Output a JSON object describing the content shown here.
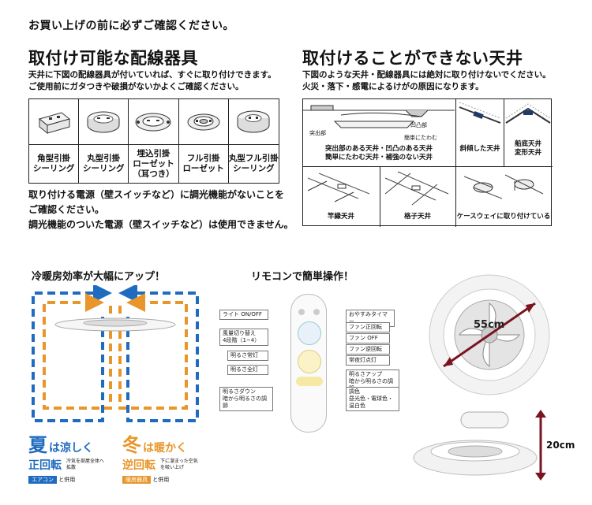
{
  "notice": "お買い上げの前に必ずご確認ください。",
  "left": {
    "title": "取付け可能な配線器具",
    "desc": [
      "天井に下図の配線器具が付いていれば、すぐに取り付けできます。",
      "ご使用前にガタつきや破損がないかよくご確認ください。"
    ],
    "fixtures": [
      "角型引掛\nシーリング",
      "丸型引掛\nシーリング",
      "埋込引掛\nローゼット\n（耳つき）",
      "フル引掛\nローゼット",
      "丸型フル引掛\nシーリング"
    ],
    "warn": [
      "取り付ける電源（壁スイッチなど）に調光機能がないことを",
      "ご確認ください。",
      "調光機能のついた電源（壁スイッチなど）は使用できません。"
    ]
  },
  "right": {
    "title": "取付けることができない天井",
    "desc": [
      "下図のような天井・配線器具には絶対に取り付けないでください。",
      "火災・落下・感電によるけがの原因になります。"
    ],
    "label_protrude": "突出部",
    "label_bump": "凹凸部",
    "label_bend": "簡単にたわむ",
    "cap1": "突出部のある天井・凹凸のある天井\n簡単にたわむ天井・補強のない天井",
    "cap2": "斜傾した天井",
    "cap3": "船底天井\n変形天井",
    "cap4": "竿縁天井",
    "cap5": "格子天井",
    "cap6": "ケースウェイに取り付けている"
  },
  "airflow": {
    "title": "冷暖房効率が大幅にアップ！",
    "summer_big": "夏",
    "summer_text": "は涼しく",
    "summer_mode": "正回転",
    "summer_sub": "冷気を部屋全体へ\n拡散",
    "summer_tag": "エアコン",
    "summer_tag2": "と併用",
    "winter_big": "冬",
    "winter_text": "は暖かく",
    "winter_mode": "逆回転",
    "winter_sub": "下に溜まった空気\nを吸い上げ",
    "winter_tag": "暖房器具",
    "winter_tag2": "と併用",
    "colors": {
      "blue": "#1f6bbf",
      "orange": "#e8962a"
    }
  },
  "remote": {
    "title": "リモコンで簡単操作！",
    "left_labels": [
      "ライト ON/OFF",
      "風量切り替え\n4段階（1~4）",
      "明るさ常灯",
      "明るさ全灯",
      "明るさダウン\n暗から明るさの調節"
    ],
    "right_labels": [
      "おやすみタイマー",
      "ファン正回転",
      "ファン OFF",
      "ファン逆回転",
      "常夜灯点灯",
      "明るさアップ\n暗から明るさの調節",
      "調色\n昼光色・電球色・温白色"
    ]
  },
  "dims": {
    "diameter": "55cm",
    "height": "20cm",
    "color": "#7a1520"
  }
}
